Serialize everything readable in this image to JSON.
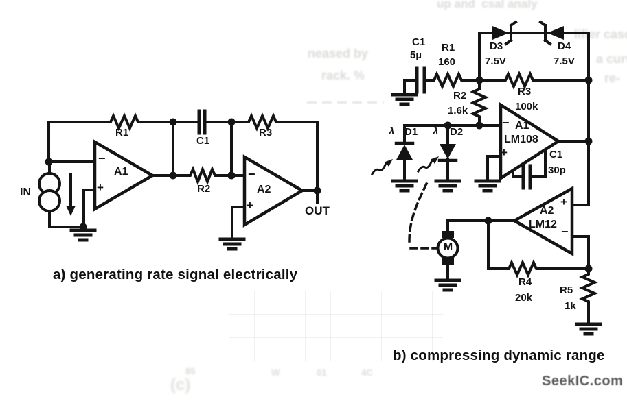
{
  "source_watermark": "SeekIC.com",
  "symbols": {
    "plus": "+",
    "minus": "−",
    "lambda": "λ"
  },
  "figure_a": {
    "caption": "a) generating rate signal electrically",
    "input_label": "IN",
    "output_label": "OUT",
    "components": {
      "r1": {
        "ref": "R1"
      },
      "r2": {
        "ref": "R2"
      },
      "r3": {
        "ref": "R3"
      },
      "c1": {
        "ref": "C1"
      },
      "a1": {
        "ref": "A1"
      },
      "a2": {
        "ref": "A2"
      }
    }
  },
  "figure_b": {
    "caption": "b) compressing dynamic range",
    "components": {
      "c1_input": {
        "ref": "C1",
        "value": "5µ"
      },
      "r1": {
        "ref": "R1",
        "value": "160"
      },
      "r2": {
        "ref": "R2",
        "value": "1.6k"
      },
      "r3": {
        "ref": "R3",
        "value": "100k"
      },
      "d3": {
        "ref": "D3",
        "value": "7.5V"
      },
      "d4": {
        "ref": "D4",
        "value": "7.5V"
      },
      "d1": {
        "ref": "D1"
      },
      "d2": {
        "ref": "D2"
      },
      "a1": {
        "ref": "A1",
        "value": "LM108"
      },
      "c1_comp": {
        "ref": "C1",
        "value": "30p"
      },
      "a2": {
        "ref": "A2",
        "value": "LM12"
      },
      "motor": {
        "ref": "M"
      },
      "r4": {
        "ref": "R4",
        "value": "20k"
      },
      "r5": {
        "ref": "R5",
        "value": "1k"
      }
    }
  },
  "bleed_through": {
    "fragments": [
      "neased by",
      "rack. %",
      "lifier casc",
      "a curv",
      "up and  csal analy",
      "re-"
    ],
    "graph_label": "(c)",
    "tick_labels": [
      "85",
      "W",
      "01",
      "4C"
    ]
  },
  "colors": {
    "ink": "#141414",
    "watermark": "#5c5c5c",
    "bleed": "#c6c2be",
    "background": "#ffffff"
  }
}
